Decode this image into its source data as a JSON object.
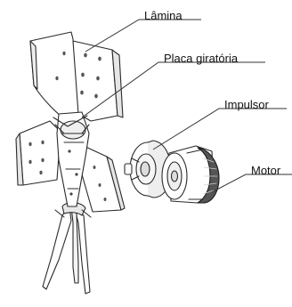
{
  "labels": {
    "lamina": "Lâmina",
    "placa": "Placa giratória",
    "impulsor": "Impulsor",
    "motor": "Motor"
  }
}
